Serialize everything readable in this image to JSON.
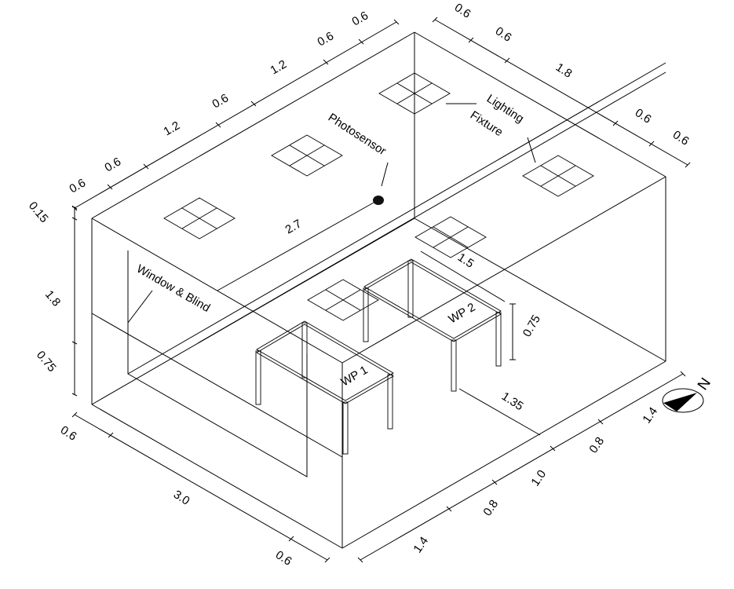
{
  "title": "Isometric room model with workplanes, lighting fixtures, photosensor and window",
  "labels": {
    "photosensor": "Photosensor",
    "lighting_fixture_line1": "Lighting",
    "lighting_fixture_line2": "Fixture",
    "window": "Window & Blind",
    "wp1": "WP 1",
    "wp2": "WP 2",
    "north": "N"
  },
  "dimensions": {
    "top_left_run": [
      "0.6",
      "0.6",
      "1.2",
      "0.6",
      "1.2",
      "0.6",
      "0.6"
    ],
    "top_right_run": [
      "0.6",
      "0.6",
      "1.8",
      "0.6",
      "0.6"
    ],
    "left_vertical": [
      "0.15",
      "1.8",
      "0.75"
    ],
    "bottom_left_run": [
      "0.6",
      "3.0",
      "0.6"
    ],
    "bottom_right_run": [
      "1.4",
      "0.8",
      "1.0",
      "0.8",
      "1.4"
    ],
    "sensor_distance": "2.7",
    "fixture_to_wp2": "1.5",
    "wp_height": "0.75",
    "wp2_to_wall": "1.35"
  },
  "colors": {
    "line": "#000000",
    "background": "#ffffff"
  }
}
